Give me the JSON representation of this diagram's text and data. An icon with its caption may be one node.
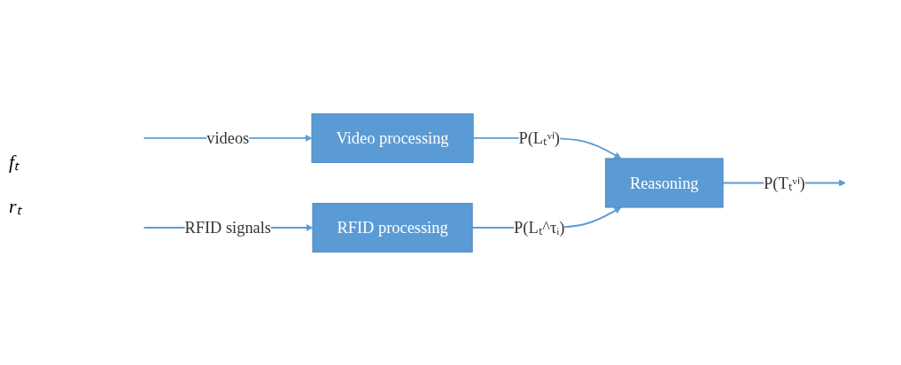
{
  "diagram": {
    "nodes": [
      {
        "text": [
          "Video processing"
        ]
      },
      {
        "text": [
          "RFID processing"
        ]
      },
      {
        "text": [
          "Reasoning"
        ]
      }
    ],
    "edges": [
      {
        "from": null,
        "to": 0,
        "arrow": "to",
        "label": "videos"
      },
      {
        "from": null,
        "to": 1,
        "arrow": "to",
        "label": "RFID signals"
      },
      {
        "from": 0,
        "to": 2,
        "arrow": "to",
        "label": "P(Lₜᵛⁱ)"
      },
      {
        "from": 1,
        "to": 2,
        "arrow": "to",
        "label": "P(Lₜ^τᵢ)"
      },
      {
        "from": 2,
        "to": null,
        "arrow": "to",
        "label": "P(Tₜᵛⁱ)"
      }
    ],
    "labels": [
      "fₜ",
      "rₜ"
    ]
  }
}
